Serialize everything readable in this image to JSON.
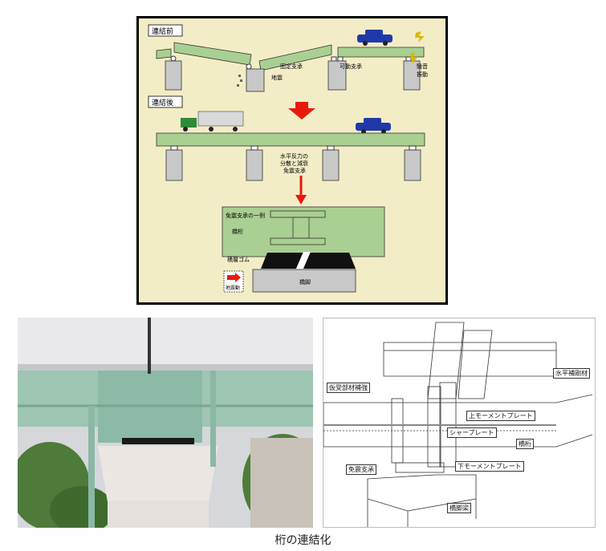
{
  "top_diagram": {
    "before_label": "連結前",
    "after_label": "連結後",
    "fixed_bearing": "固定支承",
    "movable_bearing": "可動支承",
    "earthquake": "地震",
    "noise_vibration": "騒音\n振動",
    "noise": "騒音",
    "vibration": "振動",
    "horizontal_reaction_1": "水平反力の",
    "horizontal_reaction_2": "分散と減衰",
    "horizontal_reaction_3": "免震支承",
    "detail_title": "免震支承の一例",
    "girder": "橋桁",
    "rubber": "積層ゴム",
    "pier": "橋脚",
    "seismic_motion": "地震動"
  },
  "drawing": {
    "temp_reinforce": "仮受部材補強",
    "horizontal_brace": "水平補剛材",
    "upper_moment_plate": "上モーメントプレート",
    "shear_plate": "シャープレート",
    "girder": "橋桁",
    "seismic_bearing": "免震支承",
    "lower_moment_plate": "下モーメントプレート",
    "pier_beam": "橋脚梁"
  },
  "caption": "桁の連結化",
  "colors": {
    "girder_green": "#a9cf92",
    "panel_bg": "#f3edc7",
    "arrow_red": "#e8190c",
    "car_blue": "#1f3aa8"
  }
}
